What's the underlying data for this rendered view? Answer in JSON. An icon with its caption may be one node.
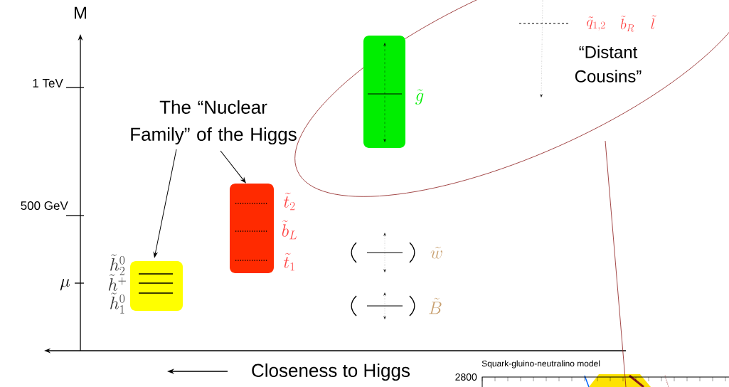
{
  "diagram": {
    "nodes": [
      {
        "text": [
          "The “Nuclear Family” of the Higgs"
        ]
      },
      {
        "text": [],
        "shape": "box",
        "beside": [
          "\\tilde{h}_2^0",
          "\\tilde{h}^+",
          "\\tilde{h}_1^0"
        ]
      },
      {
        "text": [],
        "shape": "box",
        "beside": [
          "\\tilde{t}_2",
          "\\tilde{b}_L",
          "\\tilde{t}_1"
        ]
      },
      {
        "text": [
          "“Distant Cousins”"
        ]
      },
      {
        "text": [],
        "shape": "box",
        "in": 3,
        "beside": [
          "\\tilde{g}"
        ]
      },
      {
        "text": [
          "Squark-gluino-neutralino model"
        ]
      }
    ],
    "edges": [
      {
        "from": 0,
        "to": 1,
        "arrow": "to"
      },
      {
        "from": 0,
        "to": 2,
        "arrow": "to"
      },
      {
        "from": 3,
        "to": 5,
        "arrow": "none",
        "color": "#8b1a1a"
      }
    ],
    "labels": [
      "M",
      "1 TeV",
      "500 GeV",
      "\\mu",
      "\\tilde{q}_{1,2}",
      "\\tilde{b}_R",
      "\\tilde{l}",
      "\\tilde{w}",
      "\\tilde{B}",
      "Closeness to Higgs",
      "2800"
    ]
  }
}
